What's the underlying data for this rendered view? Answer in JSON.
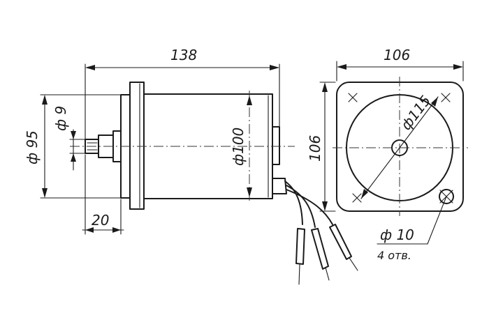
{
  "dimensions": {
    "overall_length": "138",
    "flange_to_face": "20",
    "diameter_95": "ф 95",
    "shaft_diameter": "ф 9",
    "body_diameter": "ф100",
    "flange_width": "106",
    "flange_height": "106",
    "bolt_circle": "ф115",
    "hole_diameter": "ф 10",
    "hole_count": "4 отв."
  }
}
